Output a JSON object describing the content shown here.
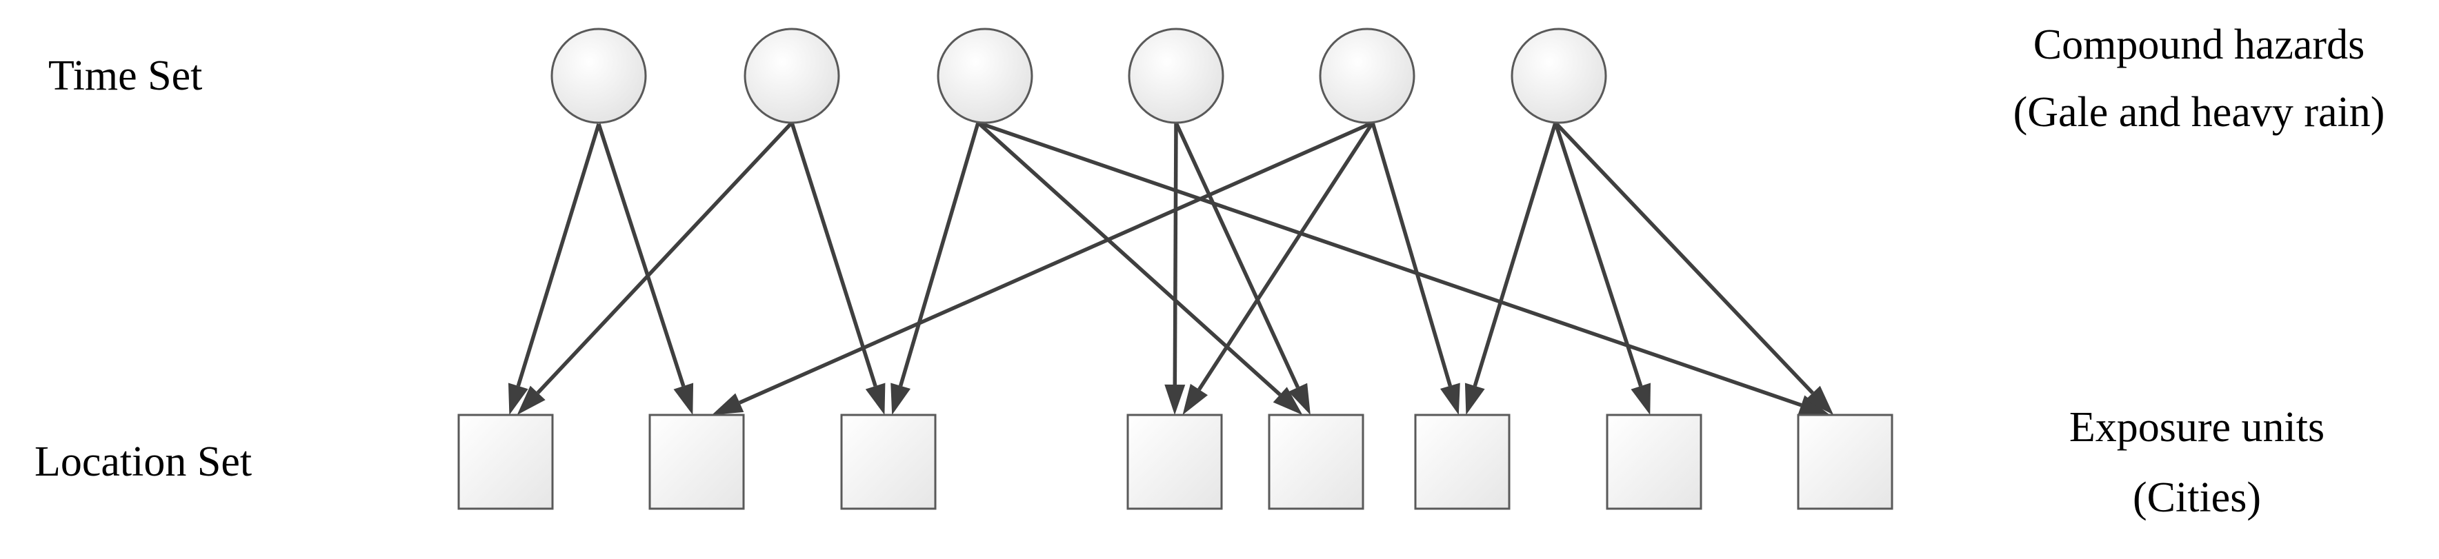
{
  "left_labels": {
    "time_set": "Time Set",
    "location_set": "Location Set"
  },
  "right_labels": {
    "hazards_line1": "Compound hazards",
    "hazards_line2": "(Gale and heavy rain)",
    "exposure_line1": "Exposure units",
    "exposure_line2": "(Cities)"
  },
  "time_nodes": [
    "t1",
    "t2",
    "t3",
    "t4",
    "t5",
    "t6"
  ],
  "location_nodes": [
    "l1",
    "l2",
    "l3",
    "l4",
    "l5",
    "l6",
    "l7",
    "l8"
  ],
  "edges": [
    {
      "from": "t1",
      "to": "l1"
    },
    {
      "from": "t1",
      "to": "l2"
    },
    {
      "from": "t2",
      "to": "l1"
    },
    {
      "from": "t2",
      "to": "l3"
    },
    {
      "from": "t3",
      "to": "l3"
    },
    {
      "from": "t3",
      "to": "l5"
    },
    {
      "from": "t3",
      "to": "l8"
    },
    {
      "from": "t4",
      "to": "l4"
    },
    {
      "from": "t4",
      "to": "l5"
    },
    {
      "from": "t5",
      "to": "l2"
    },
    {
      "from": "t5",
      "to": "l4"
    },
    {
      "from": "t5",
      "to": "l6"
    },
    {
      "from": "t6",
      "to": "l6"
    },
    {
      "from": "t6",
      "to": "l7"
    },
    {
      "from": "t6",
      "to": "l8"
    }
  ],
  "colors": {
    "node_fill_top": "#ffffff",
    "node_fill_bottom": "#e6e6e6",
    "node_stroke": "#595959",
    "edge": "#3f3f3f"
  }
}
